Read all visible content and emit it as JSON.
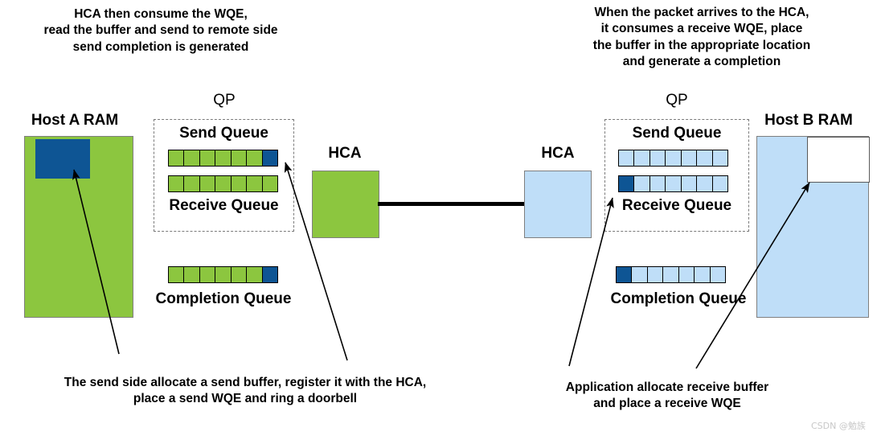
{
  "colors": {
    "green": "#8CC63F",
    "light_blue": "#BFDEF8",
    "dark_blue": "#0E5594",
    "white": "#FFFFFF",
    "line": "#000000"
  },
  "captions": {
    "top_left": "HCA then consume the WQE,\nread the buffer and send to remote side\nsend completion is generated",
    "top_right": "When the packet arrives to the HCA,\nit consumes a receive WQE, place\nthe buffer in the appropriate location\nand generate a completion",
    "bottom_left": "The send side allocate a send buffer, register it with the HCA,\nplace a send WQE and ring a doorbell",
    "bottom_right": "Application allocate receive buffer\nand place a receive WQE"
  },
  "host_a": {
    "title": "Host A RAM",
    "ram_color": "#8CC63F",
    "buffer_color": "#0E5594",
    "buffer_position": "top-left"
  },
  "host_b": {
    "title": "Host B RAM",
    "ram_color": "#BFDEF8",
    "buffer_color": "#FFFFFF",
    "buffer_position": "top-right"
  },
  "hca_left": {
    "title": "HCA",
    "color": "#8CC63F"
  },
  "hca_right": {
    "title": "HCA",
    "color": "#BFDEF8"
  },
  "qp_left": {
    "title": "QP",
    "send_queue_label": "Send Queue",
    "receive_queue_label": "Receive Queue",
    "send_queue_cells": [
      "green",
      "green",
      "green",
      "green",
      "green",
      "green",
      "darkblue"
    ],
    "receive_queue_cells": [
      "green",
      "green",
      "green",
      "green",
      "green",
      "green",
      "green"
    ]
  },
  "qp_right": {
    "title": "QP",
    "send_queue_label": "Send Queue",
    "receive_queue_label": "Receive Queue",
    "send_queue_cells": [
      "lightblue",
      "lightblue",
      "lightblue",
      "lightblue",
      "lightblue",
      "lightblue",
      "lightblue"
    ],
    "receive_queue_cells": [
      "darkblue",
      "lightblue",
      "lightblue",
      "lightblue",
      "lightblue",
      "lightblue",
      "lightblue"
    ]
  },
  "cq_left": {
    "label": "Completion Queue",
    "cells": [
      "green",
      "green",
      "green",
      "green",
      "green",
      "green",
      "darkblue"
    ]
  },
  "cq_right": {
    "label": "Completion Queue",
    "cells": [
      "darkblue",
      "lightblue",
      "lightblue",
      "lightblue",
      "lightblue",
      "lightblue",
      "lightblue"
    ]
  },
  "watermark": "CSDN @勉族"
}
